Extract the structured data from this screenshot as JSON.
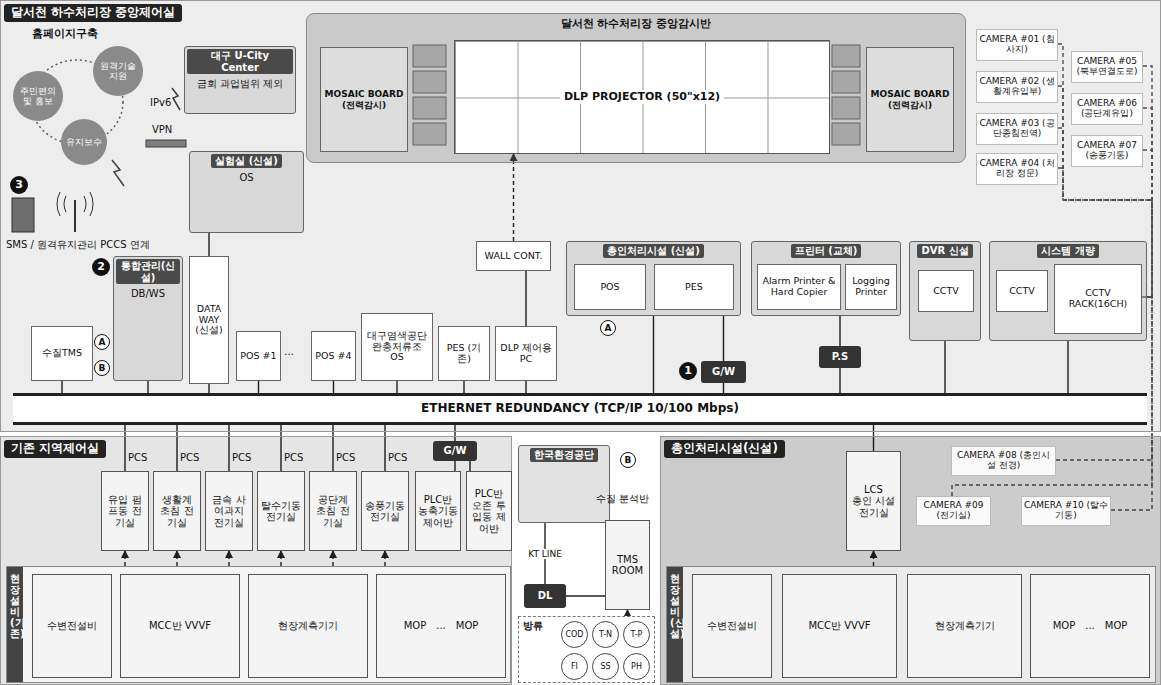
{
  "diagram": {
    "nodes": [
      {
        "text": [
          "달서천 하수처리장 중앙제어실"
        ]
      },
      {
        "text": [
          "주민편의 및 홍보"
        ],
        "in": 0
      },
      {
        "text": [
          "원격기술 지원"
        ],
        "in": 0
      },
      {
        "text": [
          "유지보수"
        ],
        "in": 0
      },
      {
        "text": [
          "대구 U-City Center",
          "금회 과업범위 제외"
        ],
        "in": 0
      },
      {
        "text": [
          "달서천 하수처리장 중앙감시반"
        ],
        "in": 0
      },
      {
        "text": [
          "MOSAIC BOARD (전력감시)"
        ],
        "in": 5
      },
      {
        "text": [
          "DLP PROJECTOR (50\"x12)"
        ],
        "in": 5
      },
      {
        "text": [
          "MOSAIC BOARD (전력감시)"
        ],
        "in": 5
      },
      {
        "text": [
          "CAMERA #01 (침사지)"
        ],
        "in": 0
      },
      {
        "text": [
          "CAMERA #02 (생활계유입부)"
        ],
        "in": 0
      },
      {
        "text": [
          "CAMERA #03 (공단종침전역)"
        ],
        "in": 0
      },
      {
        "text": [
          "CAMERA #04 (처리장 정문)"
        ],
        "in": 0
      },
      {
        "text": [
          "CAMERA #05 (북부연결도로)"
        ],
        "in": 0
      },
      {
        "text": [
          "CAMERA #06 (공단계유입)"
        ],
        "in": 0
      },
      {
        "text": [
          "CAMERA #07 (송풍기동)"
        ],
        "in": 0
      },
      {
        "text": [
          "실험실 (신설)",
          "OS"
        ],
        "in": 0
      },
      {
        "text": [
          "통합관리(신설)",
          "DB/WS"
        ],
        "in": 0
      },
      {
        "text": [
          "수질TMS"
        ],
        "in": 0
      },
      {
        "text": [
          "DATA WAY (신설)"
        ],
        "in": 0
      },
      {
        "text": [
          "POS #1"
        ],
        "in": 0
      },
      {
        "text": [
          "POS #4"
        ],
        "in": 0
      },
      {
        "text": [
          "대구염색공단 완충저류조 OS"
        ],
        "in": 0
      },
      {
        "text": [
          "PES (기존)"
        ],
        "in": 0
      },
      {
        "text": [
          "DLP 제어용PC"
        ],
        "in": 0
      },
      {
        "text": [
          "WALL CONT."
        ],
        "in": 0
      },
      {
        "text": [
          "총인처리시설 (신설)"
        ],
        "in": 0
      },
      {
        "text": [
          "POS"
        ],
        "in": 26
      },
      {
        "text": [
          "PES"
        ],
        "in": 26
      },
      {
        "text": [
          "프린터 (교체)"
        ],
        "in": 0
      },
      {
        "text": [
          "Alarm Printer & Hard Copier"
        ],
        "in": 29
      },
      {
        "text": [
          "Logging Printer"
        ],
        "in": 29
      },
      {
        "text": [
          "DVR 신설"
        ],
        "in": 0
      },
      {
        "text": [
          "CCTV"
        ],
        "in": 32
      },
      {
        "text": [
          "시스템 개량"
        ],
        "in": 0
      },
      {
        "text": [
          "CCTV"
        ],
        "in": 34
      },
      {
        "text": [
          "CCTV RACK(16CH)"
        ],
        "in": 34
      },
      {
        "text": [
          "G/W"
        ],
        "in": 0
      },
      {
        "text": [
          "P.S"
        ],
        "in": 0
      },
      {
        "text": [
          "ETHERNET REDUNDANCY (TCP/IP 10/100 Mbps)"
        ],
        "in": 0
      },
      {
        "text": [
          "기존 지역제어실"
        ]
      },
      {
        "text": [
          "유입 펌프동 전기실"
        ],
        "in": 40
      },
      {
        "text": [
          "생활계 초침 전기실"
        ],
        "in": 40
      },
      {
        "text": [
          "금속 사여과지 전기실"
        ],
        "in": 40
      },
      {
        "text": [
          "탈수기동 전기실"
        ],
        "in": 40
      },
      {
        "text": [
          "공단계 초침 전기실"
        ],
        "in": 40
      },
      {
        "text": [
          "송풍기동 전기실"
        ],
        "in": 40
      },
      {
        "text": [
          "G/W"
        ],
        "in": 40
      },
      {
        "text": [
          "PLC반",
          "농축기동 제어반"
        ],
        "in": 40
      },
      {
        "text": [
          "PLC반",
          "오존 투입동 제어반"
        ],
        "in": 40
      },
      {
        "text": [
          "현장설비(기존)"
        ],
        "in": 40
      },
      {
        "text": [
          "수변전설비"
        ],
        "in": 50
      },
      {
        "text": [
          "MCC반 VVVF"
        ],
        "in": 50
      },
      {
        "text": [
          "현장계측기기"
        ],
        "in": 50
      },
      {
        "text": [
          "MOP",
          "...",
          "MOP"
        ],
        "in": 50
      },
      {
        "text": [
          "한국환경공단"
        ]
      },
      {
        "text": [
          "DL"
        ]
      },
      {
        "text": [
          "TMS ROOM"
        ]
      },
      {
        "text": [
          "방류"
        ]
      },
      {
        "text": [
          "COD"
        ],
        "in": 58
      },
      {
        "text": [
          "T-N"
        ],
        "in": 58
      },
      {
        "text": [
          "T-P"
        ],
        "in": 58
      },
      {
        "text": [
          "FI"
        ],
        "in": 58
      },
      {
        "text": [
          "SS"
        ],
        "in": 58
      },
      {
        "text": [
          "PH"
        ],
        "in": 58
      },
      {
        "text": [
          "총인처리시설(신설)"
        ]
      },
      {
        "text": [
          "LCS",
          "총인 시설 전기실"
        ],
        "in": 65
      },
      {
        "text": [
          "CAMERA #08 (총인시설 전경)"
        ],
        "in": 65
      },
      {
        "text": [
          "CAMERA #09 (전기실)"
        ],
        "in": 65
      },
      {
        "text": [
          "CAMERA #10 (탈수기동)"
        ],
        "in": 65
      },
      {
        "text": [
          "현장설비(신설)"
        ],
        "in": 65
      },
      {
        "text": [
          "수변전설비"
        ],
        "in": 70
      },
      {
        "text": [
          "MCC반 VVVF"
        ],
        "in": 70
      },
      {
        "text": [
          "현장계측기기"
        ],
        "in": 70
      },
      {
        "text": [
          "MOP",
          "...",
          "MOP"
        ],
        "in": 70
      }
    ],
    "edges": [
      {
        "from": 9,
        "to": 36,
        "arrow": "none"
      },
      {
        "from": 10,
        "to": 36,
        "arrow": "none"
      },
      {
        "from": 11,
        "to": 36,
        "arrow": "none"
      },
      {
        "from": 12,
        "to": 36,
        "arrow": "none"
      },
      {
        "from": 13,
        "to": 36,
        "arrow": "none"
      },
      {
        "from": 14,
        "to": 36,
        "arrow": "none"
      },
      {
        "from": 15,
        "to": 36,
        "arrow": "none"
      },
      {
        "from": 67,
        "to": 36,
        "arrow": "none"
      },
      {
        "from": 68,
        "to": 36,
        "arrow": "none"
      },
      {
        "from": 69,
        "to": 36,
        "arrow": "none"
      },
      {
        "from": 18,
        "to": 39,
        "arrow": "none"
      },
      {
        "from": 17,
        "to": 39,
        "arrow": "none"
      },
      {
        "from": 19,
        "to": 39,
        "arrow": "none"
      },
      {
        "from": 20,
        "to": 39,
        "arrow": "none"
      },
      {
        "from": 21,
        "to": 39,
        "arrow": "none"
      },
      {
        "from": 22,
        "to": 39,
        "arrow": "none"
      },
      {
        "from": 23,
        "to": 39,
        "arrow": "none"
      },
      {
        "from": 24,
        "to": 39,
        "arrow": "none"
      },
      {
        "from": 19,
        "to": 16,
        "arrow": "none"
      },
      {
        "from": 24,
        "to": 25,
        "arrow": "none"
      },
      {
        "from": 25,
        "to": 7,
        "arrow": "to"
      },
      {
        "from": 26,
        "to": 39,
        "arrow": "none"
      },
      {
        "from": 26,
        "to": 37,
        "arrow": "none"
      },
      {
        "from": 37,
        "to": 39,
        "arrow": "none"
      },
      {
        "from": 29,
        "to": 38,
        "arrow": "none"
      },
      {
        "from": 38,
        "to": 39,
        "arrow": "none"
      },
      {
        "from": 32,
        "to": 39,
        "arrow": "none"
      },
      {
        "from": 34,
        "to": 39,
        "arrow": "none"
      },
      {
        "from": 39,
        "to": 41,
        "arrow": "none"
      },
      {
        "from": 39,
        "to": 42,
        "arrow": "none"
      },
      {
        "from": 39,
        "to": 43,
        "arrow": "none"
      },
      {
        "from": 39,
        "to": 44,
        "arrow": "none"
      },
      {
        "from": 39,
        "to": 45,
        "arrow": "none"
      },
      {
        "from": 39,
        "to": 46,
        "arrow": "none"
      },
      {
        "from": 39,
        "to": 47,
        "arrow": "none"
      },
      {
        "from": 47,
        "to": 48,
        "arrow": "none"
      },
      {
        "from": 47,
        "to": 49,
        "arrow": "none"
      },
      {
        "from": 39,
        "to": 66,
        "arrow": "none"
      },
      {
        "from": 50,
        "to": 41,
        "arrow": "to"
      },
      {
        "from": 50,
        "to": 42,
        "arrow": "to"
      },
      {
        "from": 50,
        "to": 43,
        "arrow": "to"
      },
      {
        "from": 50,
        "to": 44,
        "arrow": "to"
      },
      {
        "from": 50,
        "to": 45,
        "arrow": "to"
      },
      {
        "from": 50,
        "to": 46,
        "arrow": "to"
      },
      {
        "from": 70,
        "to": 66,
        "arrow": "to"
      },
      {
        "from": 58,
        "to": 57,
        "arrow": "to"
      },
      {
        "from": 57,
        "to": 56,
        "arrow": "none"
      },
      {
        "from": 56,
        "to": 55,
        "arrow": "none",
        "label": "KT LINE"
      }
    ],
    "labels": [
      "홈페이지구축",
      "3",
      "IPv6",
      "VPN",
      "SMS / 원격유지관리 PCCS 연계",
      "2",
      "A",
      "B",
      "…",
      "A",
      "1",
      "PCS",
      "PCS",
      "PCS",
      "PCS",
      "PCS",
      "PCS",
      "수질 분석반",
      "B"
    ]
  }
}
